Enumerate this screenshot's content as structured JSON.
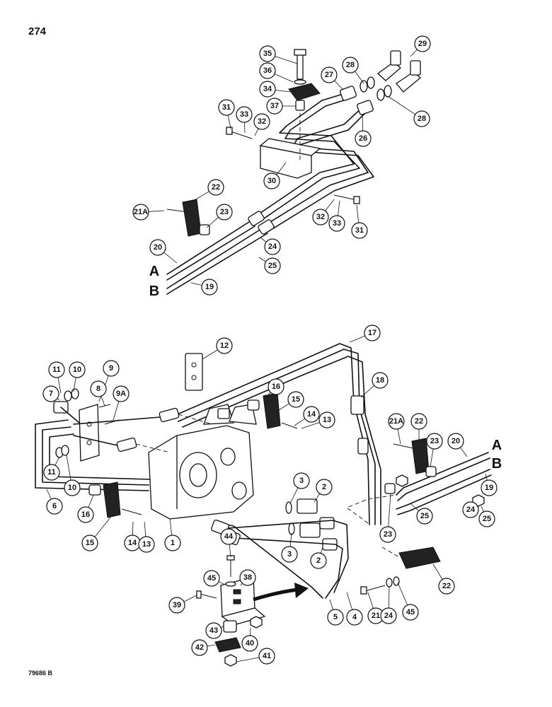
{
  "page_number": "274",
  "figure_code": "79686 B",
  "line_labels": [
    "A",
    "B",
    "A",
    "B"
  ],
  "callouts": [
    "35",
    "36",
    "34",
    "37",
    "27",
    "28",
    "29",
    "28",
    "26",
    "31",
    "33",
    "32",
    "30",
    "22",
    "21A",
    "23",
    "32",
    "33",
    "31",
    "24",
    "25",
    "20",
    "19",
    "17",
    "12",
    "18",
    "11",
    "10",
    "9",
    "7",
    "8",
    "9A",
    "16",
    "15",
    "14",
    "13",
    "11",
    "10",
    "6",
    "16",
    "15",
    "14",
    "13",
    "1",
    "3",
    "2",
    "3",
    "2",
    "21A",
    "22",
    "23",
    "20",
    "19",
    "25",
    "23",
    "24",
    "25",
    "44",
    "45",
    "38",
    "39",
    "43",
    "42",
    "40",
    "41",
    "5",
    "4",
    "21",
    "24",
    "45",
    "22"
  ]
}
